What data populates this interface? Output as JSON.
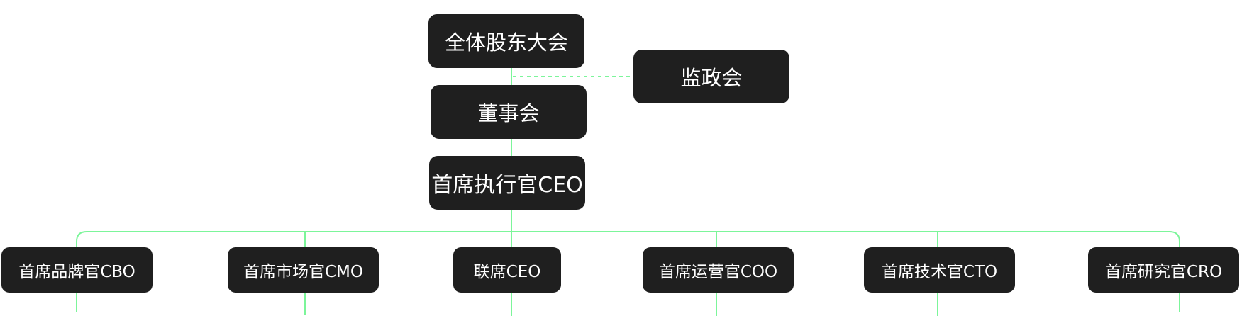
{
  "org_chart": {
    "shareholders": "全体股东大会",
    "supervisory_board": "监政会",
    "board": "董事会",
    "ceo": "首席执行官CEO",
    "departments": [
      "首席品牌官CBO",
      "首席市场官CMO",
      "联席CEO",
      "首席运营官COO",
      "首席技术官CTO",
      "首席研究官CRO"
    ]
  },
  "colors": {
    "node_fill": "#1f1f1f",
    "node_text": "#ffffff",
    "connector": "#7cf59a"
  }
}
